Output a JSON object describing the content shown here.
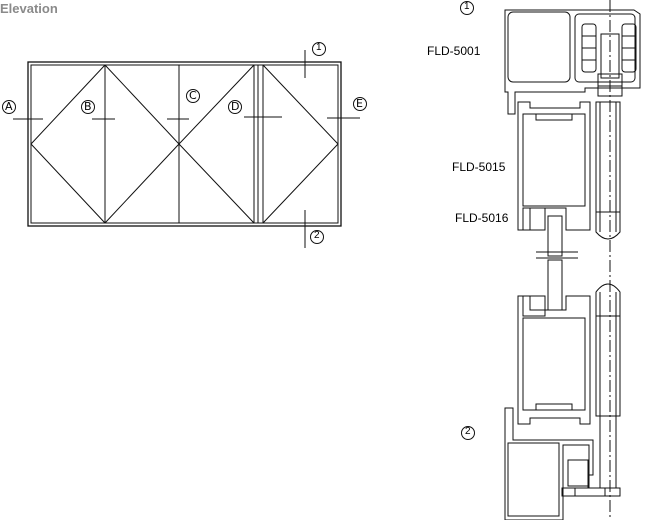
{
  "title": "Elevation",
  "elevation": {
    "section_markers": [
      "A",
      "B",
      "C",
      "D",
      "E"
    ],
    "detail_markers": [
      "1",
      "2"
    ]
  },
  "section": {
    "top_marker": "1",
    "bottom_marker": "2",
    "profiles": [
      "FLD-5001",
      "FLD-5015",
      "FLD-5016"
    ]
  }
}
